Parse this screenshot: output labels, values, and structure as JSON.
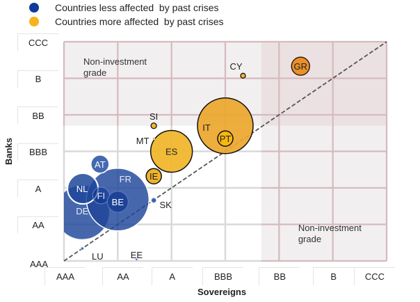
{
  "legend": [
    {
      "label": "Countries less affected  by past crises",
      "color": "#0e3a9a"
    },
    {
      "label": "Countries more affected  by past crises",
      "color": "#f8b21a"
    }
  ],
  "chart_data": {
    "type": "scatter",
    "subtype": "bubble",
    "xlabel": "Sovereigns",
    "ylabel": "Banks",
    "x_ticks": [
      "AAA",
      "AA",
      "A",
      "BBB",
      "BB",
      "B",
      "CCC"
    ],
    "y_ticks": [
      "AAA",
      "AA",
      "A",
      "BBB",
      "BB",
      "B",
      "CCC"
    ],
    "xlim": [
      0,
      6
    ],
    "ylim": [
      0,
      6
    ],
    "annotations": [
      "Non-investment\ngrade",
      "Non-investment\ngrade"
    ],
    "annotation_lines": [
      [
        "Non-investment",
        "grade"
      ],
      [
        "Non-investment",
        "grade"
      ]
    ],
    "reference_line": {
      "from": [
        0,
        0
      ],
      "to": [
        6,
        6
      ],
      "style": "dashed"
    },
    "series": [
      {
        "name": "Countries less affected  by past crises",
        "color": "#2a4f9e",
        "points": [
          {
            "label": "DE",
            "x": 0.34,
            "y": 1.33,
            "size": 39
          },
          {
            "label": "FR",
            "x": 1.0,
            "y": 1.68,
            "size": 45
          },
          {
            "label": "NL",
            "x": 0.35,
            "y": 1.98,
            "size": 22
          },
          {
            "label": "FI",
            "x": 0.69,
            "y": 1.79,
            "size": 12
          },
          {
            "label": "BE",
            "x": 1.0,
            "y": 1.62,
            "size": 15
          },
          {
            "label": "AT",
            "x": 0.67,
            "y": 2.65,
            "size": 13
          },
          {
            "label": "SK",
            "x": 1.67,
            "y": 1.66,
            "size": 3.5
          },
          {
            "label": "LU",
            "x": 0.34,
            "y": 0.34,
            "size": 2
          },
          {
            "label": "EE",
            "x": 1.35,
            "y": 0.04,
            "size": 1.5
          }
        ]
      },
      {
        "name": "Countries more affected  by past crises",
        "color": "#f0b32e",
        "points": [
          {
            "label": "IT",
            "x": 3.0,
            "y": 3.7,
            "size": 40
          },
          {
            "label": "ES",
            "x": 2.0,
            "y": 3.0,
            "size": 30
          },
          {
            "label": "PT",
            "x": 3.0,
            "y": 3.35,
            "size": 11
          },
          {
            "label": "IE",
            "x": 1.67,
            "y": 2.32,
            "size": 11
          },
          {
            "label": "SI",
            "x": 1.67,
            "y": 3.7,
            "size": 4
          },
          {
            "label": "MT",
            "x": 1.67,
            "y": 3.35,
            "size": 1.5
          },
          {
            "label": "CY",
            "x": 3.33,
            "y": 5.07,
            "size": 3.5
          },
          {
            "label": "GR",
            "x": 4.4,
            "y": 5.33,
            "size": 13
          }
        ]
      }
    ]
  }
}
